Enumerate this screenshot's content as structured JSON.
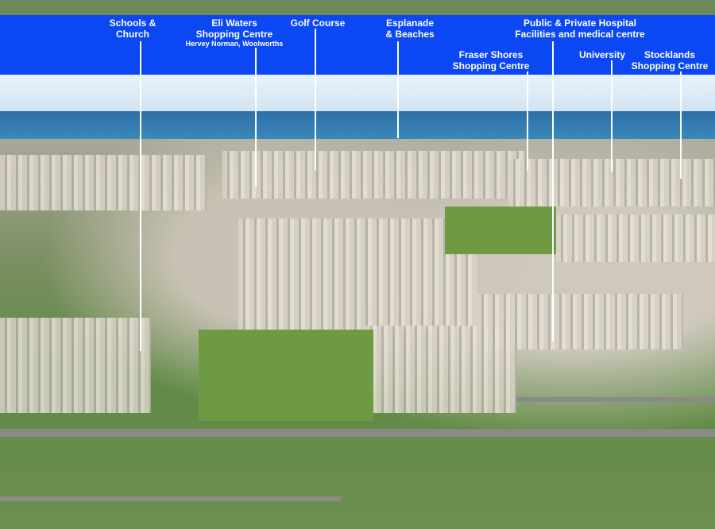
{
  "labels": [
    {
      "id": "schools",
      "lines": [
        "Schools &",
        "Church"
      ],
      "sub": ""
    },
    {
      "id": "eli-waters",
      "lines": [
        "Eli Waters",
        "Shopping Centre"
      ],
      "sub": "Hervey Norman, Woolworths"
    },
    {
      "id": "golf",
      "lines": [
        "Golf Course",
        ""
      ],
      "sub": ""
    },
    {
      "id": "esplanade",
      "lines": [
        "Esplanade",
        "& Beaches"
      ],
      "sub": ""
    },
    {
      "id": "hospital",
      "lines": [
        "Public & Private Hospital",
        "Facilities and medical centre"
      ],
      "sub": ""
    },
    {
      "id": "fraser",
      "lines": [
        "Fraser Shores",
        "Shopping Centre"
      ],
      "sub": ""
    },
    {
      "id": "university",
      "lines": [
        "University",
        ""
      ],
      "sub": ""
    },
    {
      "id": "stocklands",
      "lines": [
        "Stocklands",
        "Shopping Centre"
      ],
      "sub": ""
    }
  ],
  "colors": {
    "banner": "#0b47f2",
    "text": "#ffffff",
    "sea": "#2d6fa6"
  }
}
